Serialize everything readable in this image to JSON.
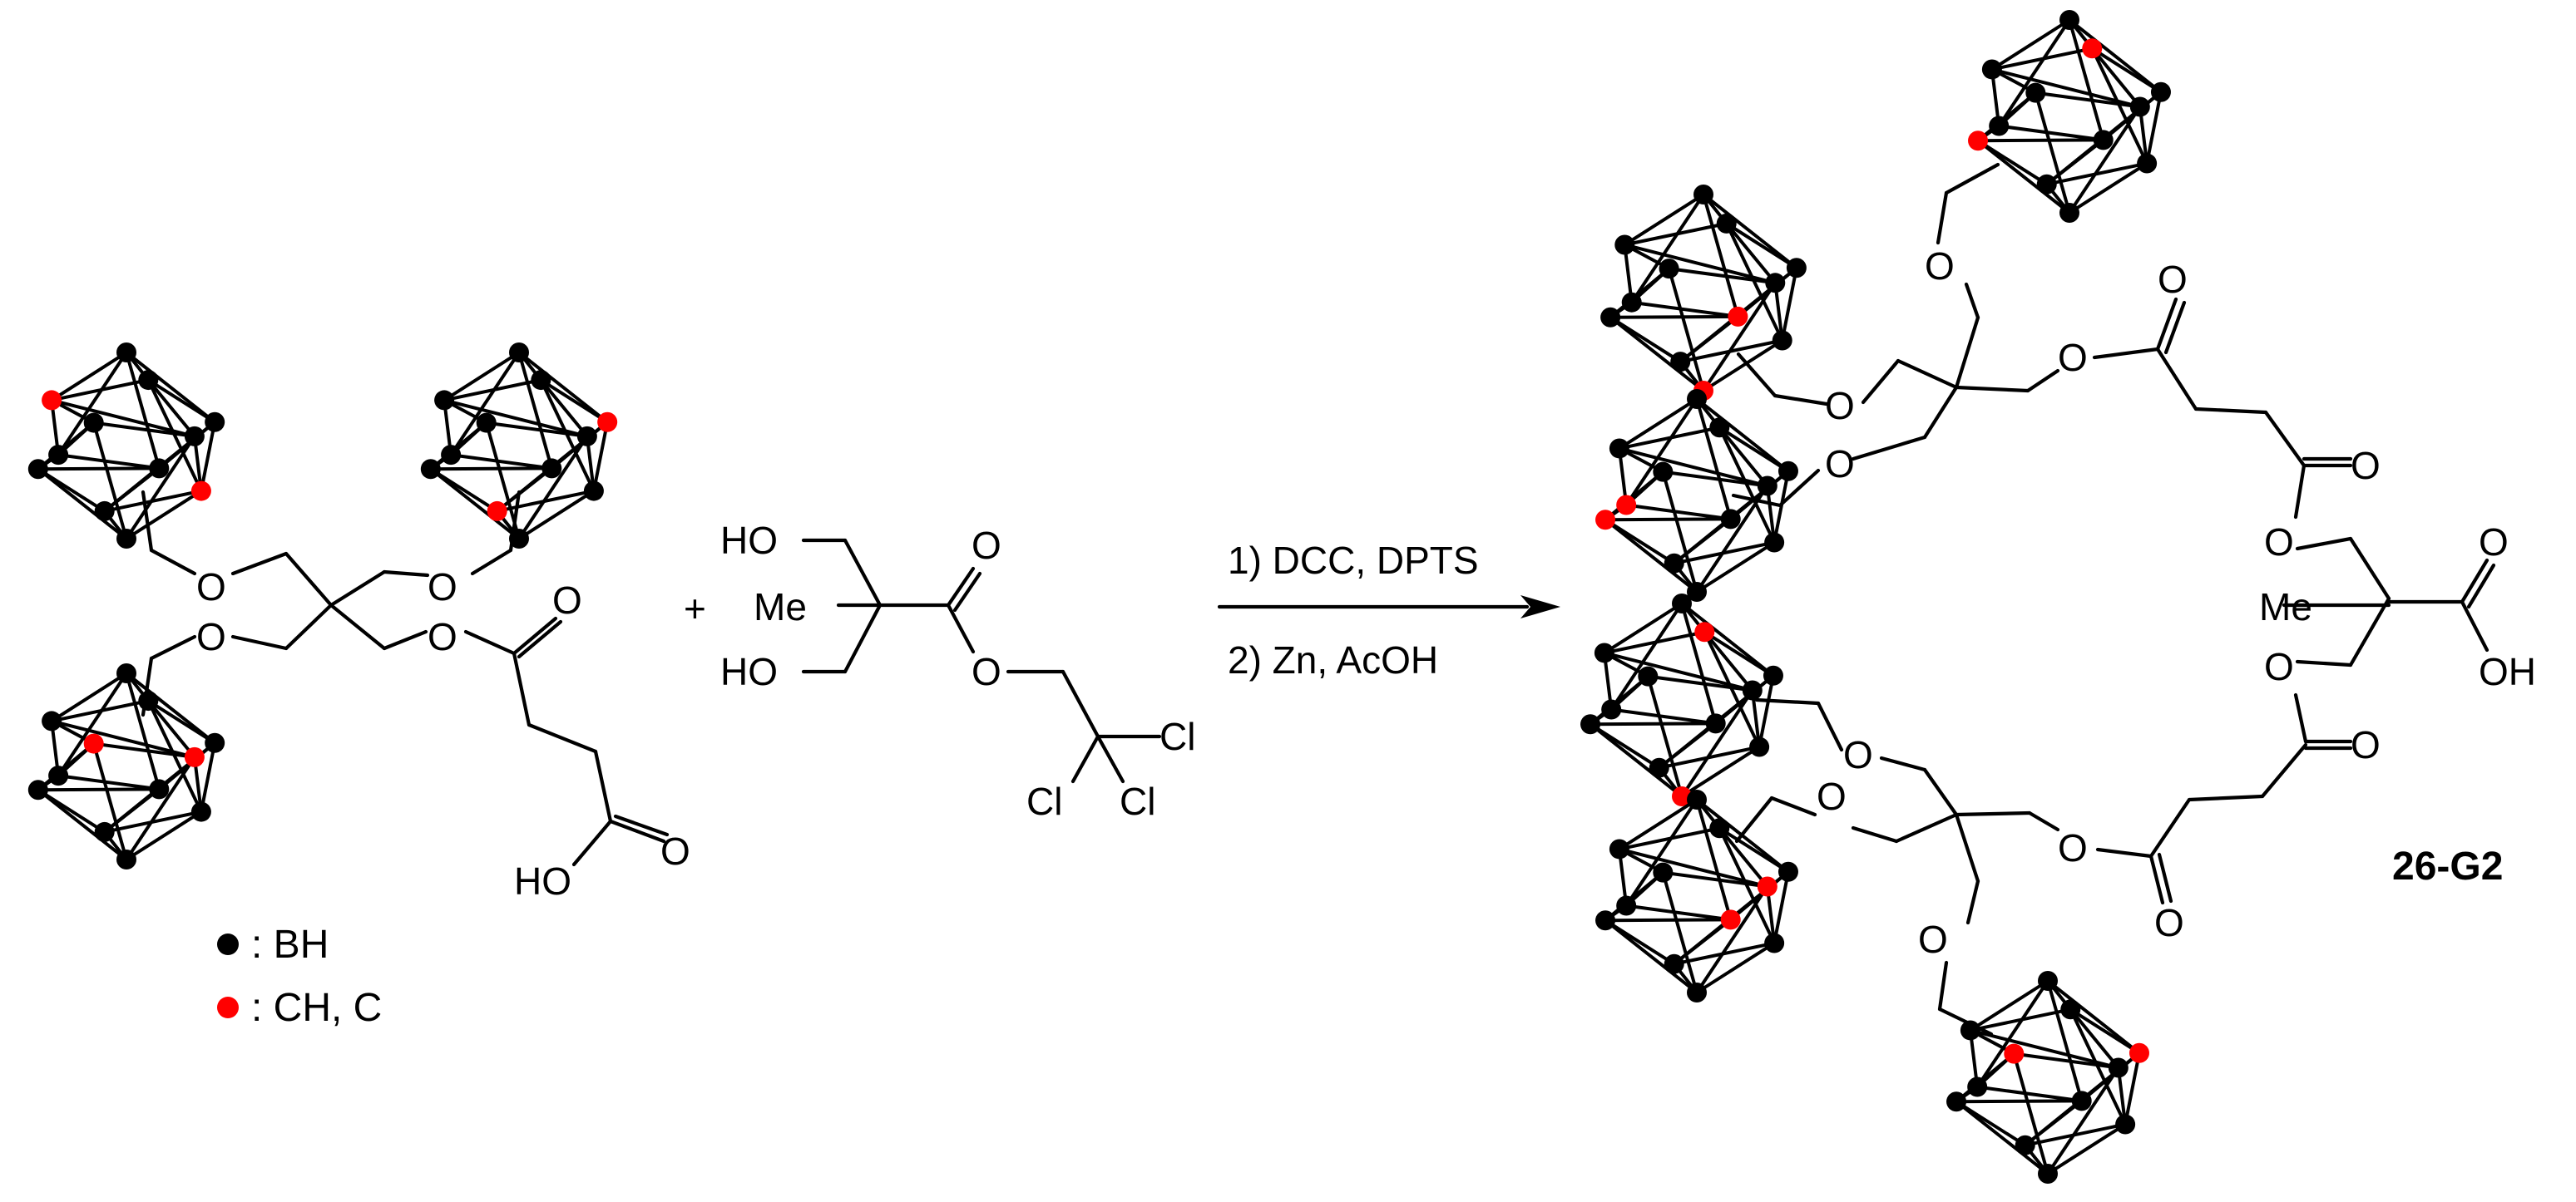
{
  "colors": {
    "boron": "#000000",
    "carbon": "#ff0000",
    "bond": "#000000"
  },
  "labels": {
    "O": "O",
    "OH": "OH",
    "HO": "HO",
    "Me": "Me",
    "Cl": "Cl",
    "plus": "+"
  },
  "conditions": {
    "step1": "1) DCC, DPTS",
    "step2": "2) Zn, AcOH"
  },
  "legend": {
    "boron_label": ": BH",
    "carbon_label": ": CH, C"
  },
  "product": {
    "name": "26-G2"
  }
}
